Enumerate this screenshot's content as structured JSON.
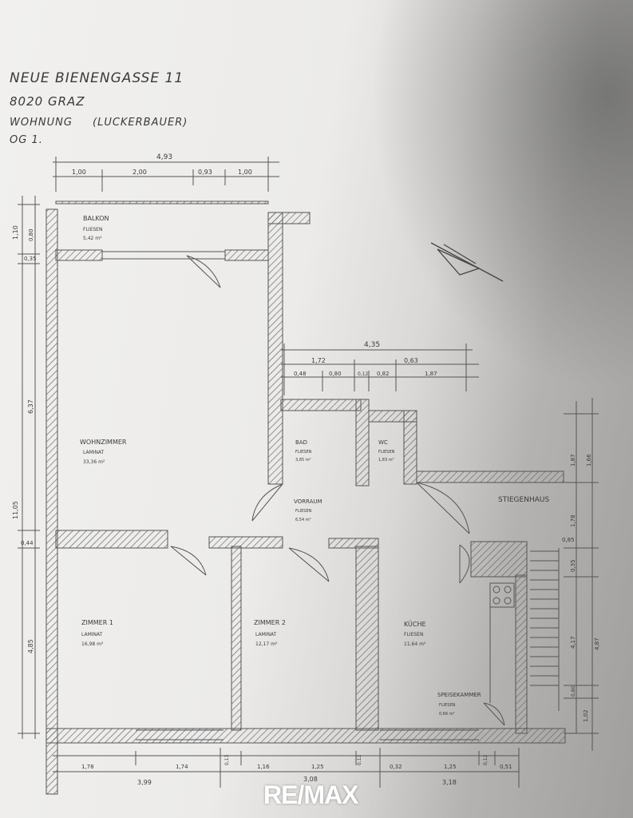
{
  "header": {
    "line1": "NEUE BIENENGASSE 11",
    "line2": "8020 GRAZ",
    "line3": "WOHNUNG",
    "line3b": "(LUCKERBAUER)",
    "line4": "OG 1."
  },
  "rooms": {
    "balkon": {
      "name": "BALKON",
      "floor": "FLIESEN",
      "area": "5,42 m²"
    },
    "wohnzimmer": {
      "name": "WOHNZIMMER",
      "floor": "LAMINAT",
      "area": "33,36 m²"
    },
    "bad": {
      "name": "BAD",
      "floor": "FLIESEN",
      "area": "3,85 m²"
    },
    "wc": {
      "name": "WC",
      "floor": "FLIESEN",
      "area": "1,83 m²"
    },
    "vorraum": {
      "name": "VORRAUM",
      "floor": "FLIESEN",
      "area": "6,54 m²"
    },
    "zimmer1": {
      "name": "ZIMMER 1",
      "floor": "LAMINAT",
      "area": "16,98 m²"
    },
    "zimmer2": {
      "name": "ZIMMER 2",
      "floor": "LAMINAT",
      "area": "12,17 m²"
    },
    "kueche": {
      "name": "KÜCHE",
      "floor": "FLIESEN",
      "area": "11,64 m²"
    },
    "speisekammer": {
      "name": "SPEISEKAMMER",
      "floor": "FLIESEN",
      "area": "0,66 m²"
    },
    "stiegenhaus": {
      "name": "STIEGENHAUS"
    }
  },
  "dimensions": {
    "top_total": "4,93",
    "top_segments": [
      "1,00",
      "2,00",
      "0,93",
      "1,00"
    ],
    "mid_total": "4,35",
    "mid_upper": [
      "1,72",
      "0,63"
    ],
    "mid_lower": [
      "0,48",
      "0,80",
      "0,12",
      "0,82",
      "1,87"
    ],
    "left_vertical": [
      "1,10",
      "0,80",
      "0,35",
      "6,37",
      "11,05",
      "0,44",
      "4,85"
    ],
    "right_vertical": [
      "1,87",
      "1,66",
      "1,78",
      "0,85",
      "0,35",
      "4,17",
      "4,87",
      "0,80",
      "1,02"
    ],
    "bottom_upper": [
      "1,78",
      "1,74",
      "0,13",
      "1,16",
      "1,25",
      "0,12",
      "0,32",
      "1,25",
      "0,12",
      "0,51"
    ],
    "bottom_lower": [
      "3,99",
      "3,08",
      "3,18"
    ]
  },
  "brand": "RE/MAX",
  "colors": {
    "ink": "#3b3b3b",
    "hatch": "#6a6a6a",
    "brand": "#ffffff"
  }
}
